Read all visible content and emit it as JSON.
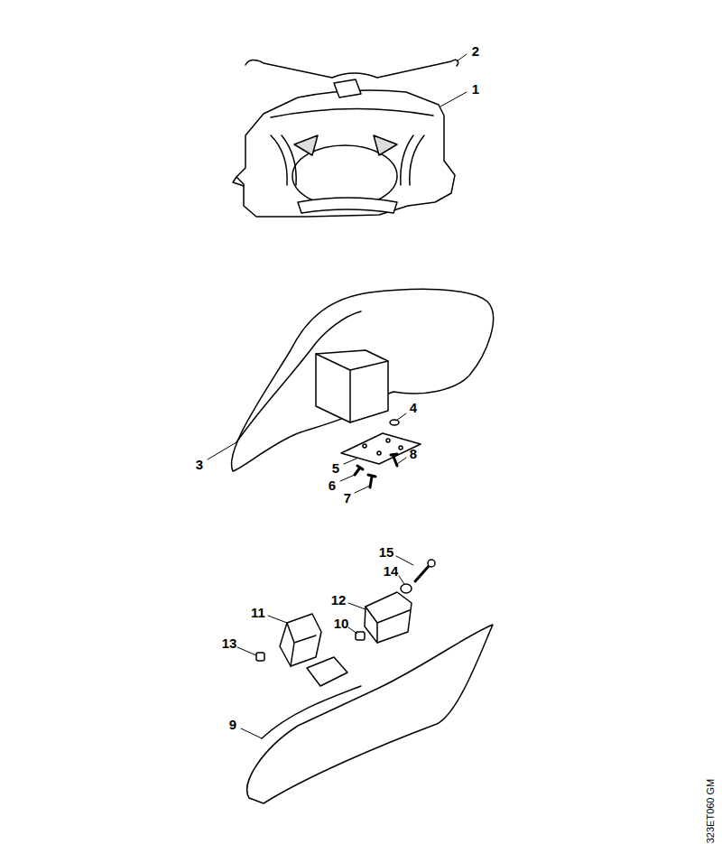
{
  "diagram": {
    "labels": [
      "2",
      "1",
      "4",
      "3",
      "5",
      "8",
      "6",
      "7",
      "15",
      "14",
      "12",
      "11",
      "10",
      "13",
      "9",
      "323ET060 GM"
    ]
  }
}
